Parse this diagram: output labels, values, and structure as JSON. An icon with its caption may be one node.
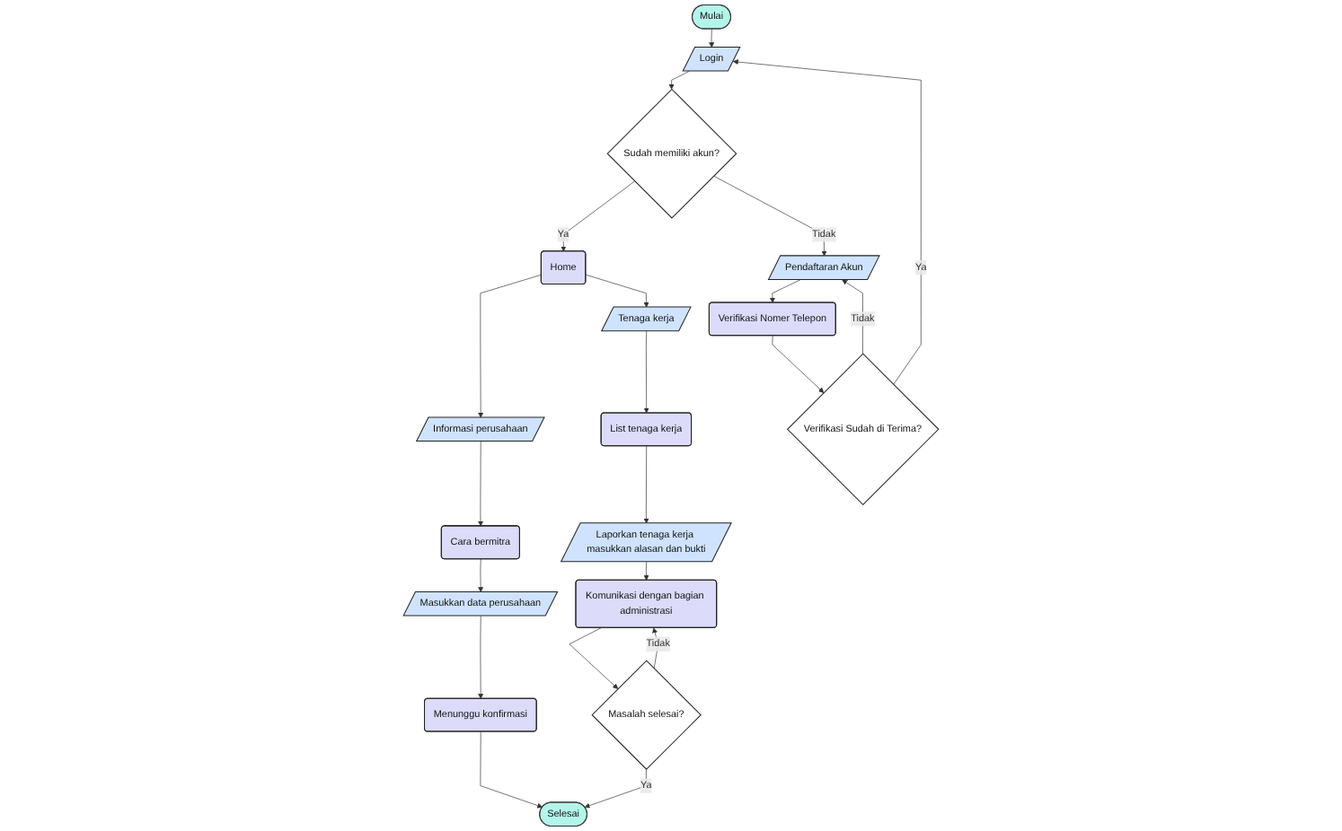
{
  "diagram": {
    "nodes": [
      {
        "text": [
          "Mulai"
        ]
      },
      {
        "text": [
          "Sudah memiliki akun?"
        ]
      },
      {
        "text": [
          "Home"
        ]
      },
      {
        "text": [
          "Informasi perusahaan"
        ]
      },
      {
        "text": [
          "Selesai"
        ]
      },
      {
        "text": [
          "Login"
        ]
      },
      {
        "text": [
          "Pendaftaran Akun"
        ]
      },
      {
        "text": [
          "Tenaga kerja"
        ]
      },
      {
        "text": [
          "Cara bermitra"
        ]
      },
      {
        "text": [
          "Verifikasi Nomer Telepon"
        ]
      },
      {
        "text": [
          "List tenaga kerja"
        ]
      },
      {
        "text": [
          "Masukkan data perusahaan"
        ]
      },
      {
        "text": [
          "Menunggu konfirmasi"
        ]
      },
      {
        "text": [
          "Verifikasi Sudah di Terima?"
        ]
      },
      {
        "text": [
          "Laporkan tenaga kerja masukkan alasan dan bukti"
        ]
      },
      {
        "text": [
          "Komunikasi dengan bagian administrasi"
        ]
      },
      {
        "text": [
          "Masalah selesai?"
        ]
      }
    ],
    "edges": [
      {
        "from": 0,
        "to": 5,
        "arrow": "to"
      },
      {
        "from": 5,
        "to": 1,
        "arrow": "to"
      },
      {
        "from": 1,
        "to": 2,
        "arrow": "to",
        "label": "Ya"
      },
      {
        "from": 1,
        "to": 6,
        "arrow": "to",
        "label": "Tidak"
      },
      {
        "from": 2,
        "to": 3,
        "arrow": "to"
      },
      {
        "from": 2,
        "to": 7,
        "arrow": "to"
      },
      {
        "from": 3,
        "to": 8,
        "arrow": "to"
      },
      {
        "from": 8,
        "to": 11,
        "arrow": "to"
      },
      {
        "from": 11,
        "to": 12,
        "arrow": "to"
      },
      {
        "from": 12,
        "to": 4,
        "arrow": "to"
      },
      {
        "from": 7,
        "to": 10,
        "arrow": "to"
      },
      {
        "from": 10,
        "to": 14,
        "arrow": "to"
      },
      {
        "from": 14,
        "to": 15,
        "arrow": "to"
      },
      {
        "from": 15,
        "to": 16,
        "arrow": "to"
      },
      {
        "from": 16,
        "to": 4,
        "arrow": "to",
        "label": "Ya"
      },
      {
        "from": 16,
        "to": 15,
        "arrow": "to",
        "label": "Tidak"
      },
      {
        "from": 6,
        "to": 9,
        "arrow": "to"
      },
      {
        "from": 9,
        "to": 13,
        "arrow": "to"
      },
      {
        "from": 13,
        "to": 6,
        "arrow": "to",
        "label": "Tidak"
      },
      {
        "from": 13,
        "to": 5,
        "arrow": "to",
        "label": "Ya"
      }
    ]
  }
}
